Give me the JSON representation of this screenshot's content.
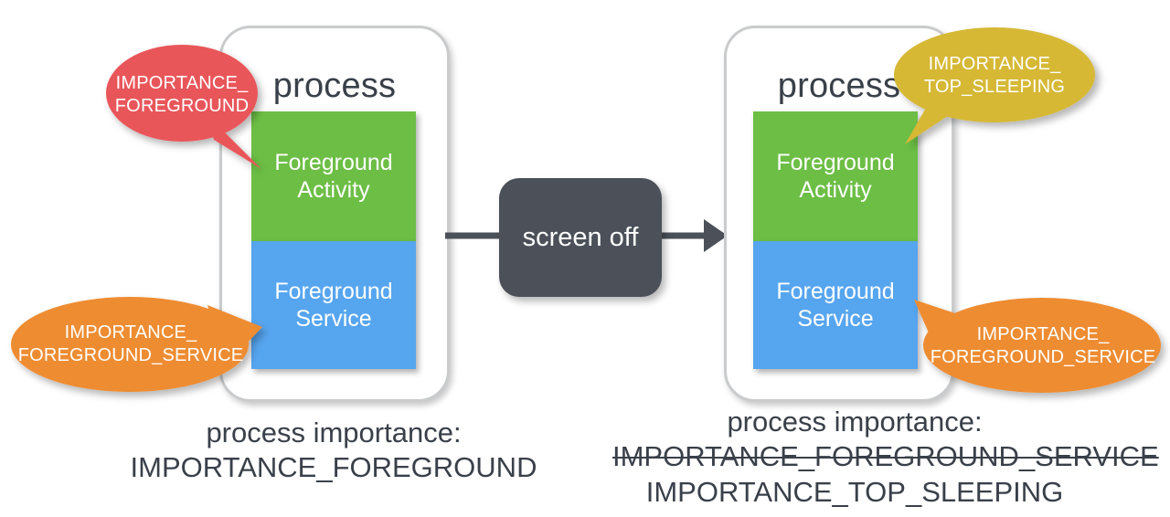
{
  "palette": {
    "green": "#6CBE45",
    "blue": "#56A5EF",
    "red": "#E9575A",
    "orange": "#EE8C30",
    "yellow": "#D6B836",
    "dark_slate": "#4B5059",
    "text_dark": "#3A4049",
    "frame_gray": "#C9CBCC",
    "white": "#FFFFFF"
  },
  "left_process": {
    "title": "process",
    "activity_line1": "Foreground",
    "activity_line2": "Activity",
    "service_line1": "Foreground",
    "service_line2": "Service"
  },
  "right_process": {
    "title": "process",
    "activity_line1": "Foreground",
    "activity_line2": "Activity",
    "service_line1": "Foreground",
    "service_line2": "Service"
  },
  "transition": {
    "label": "screen off",
    "arrow_icon": "arrow-right-icon"
  },
  "callouts": {
    "left_top": {
      "line1": "IMPORTANCE_",
      "line2": "FOREGROUND",
      "color": "#E9575A"
    },
    "left_bottom": {
      "line1": "IMPORTANCE_",
      "line2": "FOREGROUND_SERVICE",
      "color": "#EE8C30"
    },
    "right_top": {
      "line1": "IMPORTANCE_",
      "line2": "TOP_SLEEPING",
      "color": "#D6B836"
    },
    "right_bottom": {
      "line1": "IMPORTANCE_",
      "line2": "FOREGROUND_SERVICE",
      "color": "#EE8C30"
    }
  },
  "captions": {
    "left": {
      "line1": "process importance:",
      "line2": "IMPORTANCE_FOREGROUND"
    },
    "right": {
      "line1": "process importance:",
      "line2_struck": "IMPORTANCE_FOREGROUND_SERVICE",
      "line3": "IMPORTANCE_TOP_SLEEPING"
    }
  }
}
